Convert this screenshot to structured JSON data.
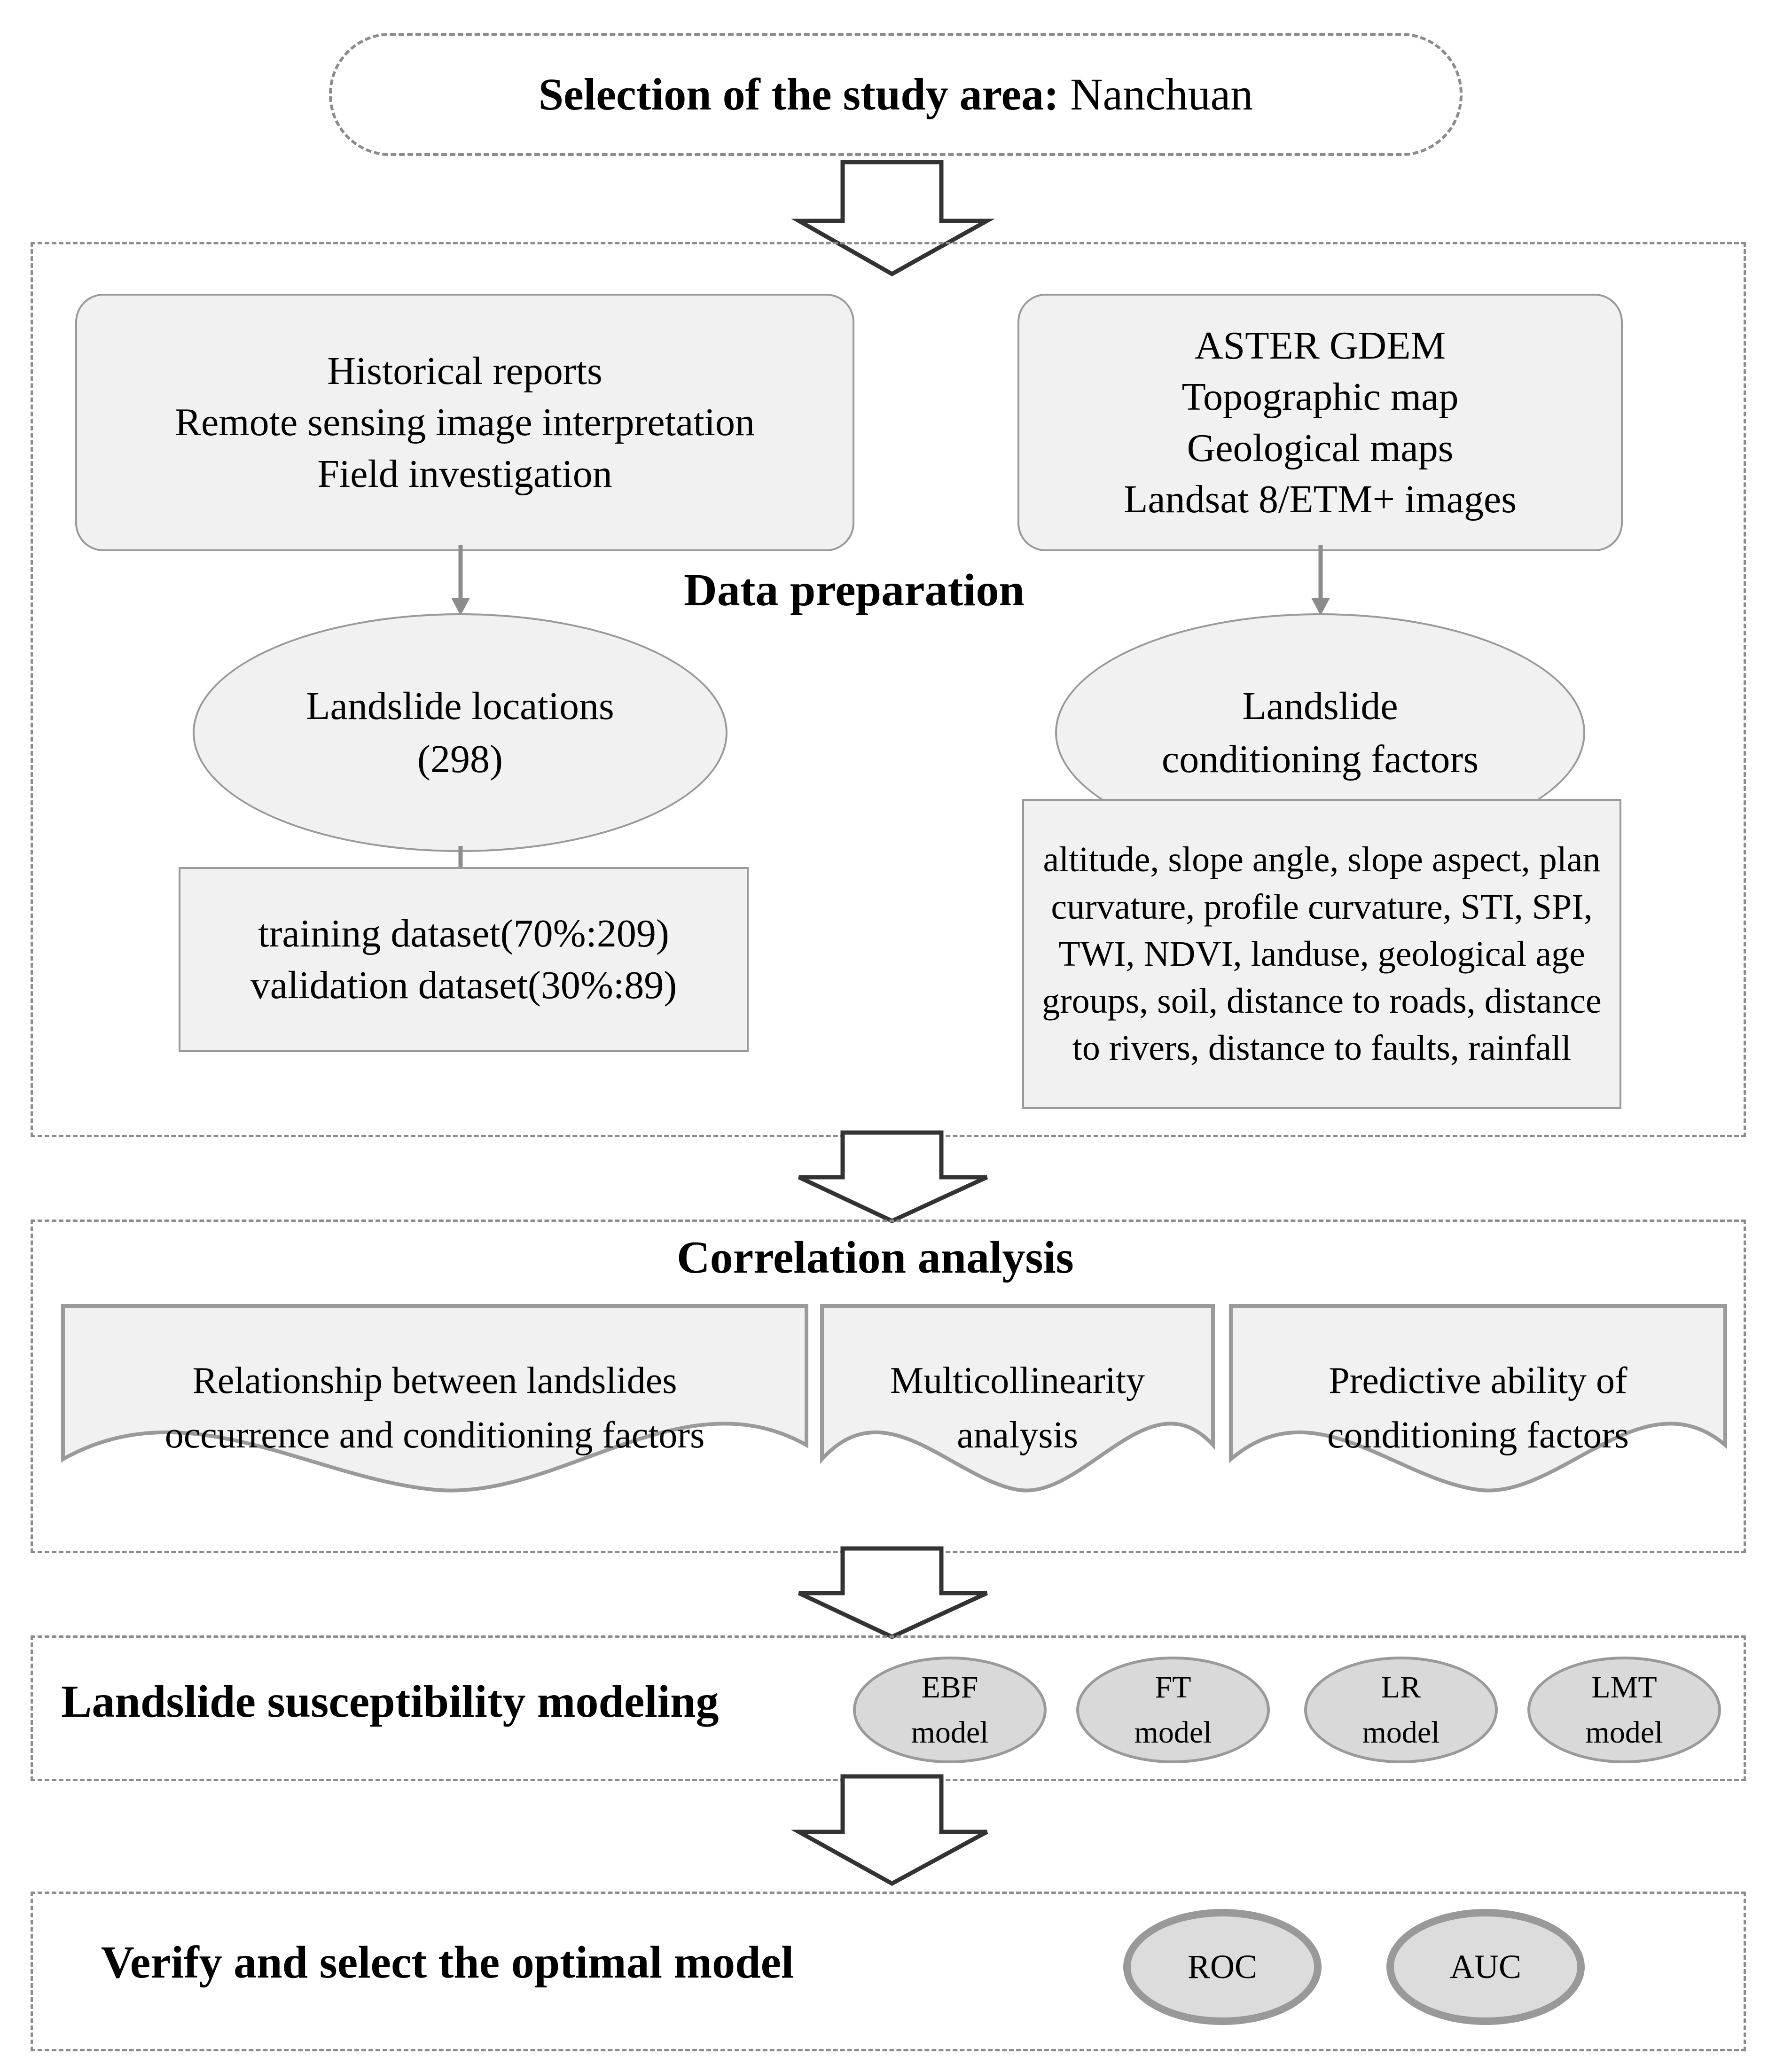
{
  "title": {
    "bold_part": "Selection of the study area:",
    "plain_part": " Nanchuan"
  },
  "sections": {
    "data_preparation": {
      "heading": "Data preparation",
      "sources_box": "Historical reports\nRemote sensing image interpretation\nField investigation",
      "datasets_box": "ASTER GDEM\nTopographic map\nGeological maps\nLandsat 8/ETM+ images",
      "landslide_locations": "Landslide locations\n(298)",
      "conditioning_factors_node": "Landslide\nconditioning factors",
      "split_box": "training dataset(70%:209)\nvalidation dataset(30%:89)",
      "factors_list": "altitude, slope angle, slope aspect, plan curvature, profile curvature, STI, SPI, TWI, NDVI, landuse, geological age groups, soil, distance to roads, distance to rivers, distance to faults, rainfall",
      "factors": [
        "altitude",
        "slope angle",
        "slope aspect",
        "plan curvature",
        "profile curvature",
        "STI",
        "SPI",
        "TWI",
        "NDVI",
        "landuse",
        "geological age groups",
        "soil",
        "distance to roads",
        "distance to rivers",
        "distance to faults",
        "rainfall"
      ]
    },
    "correlation_analysis": {
      "heading": "Correlation analysis",
      "cards": [
        "Relationship between landslides\noccurrence and conditioning factors",
        "Multicollinearity\nanalysis",
        "Predictive ability of\nconditioning factors"
      ]
    },
    "modeling": {
      "heading": "Landslide susceptibility modeling",
      "models": [
        "EBF\nmodel",
        "FT\nmodel",
        "LR\nmodel",
        "LMT\nmodel"
      ]
    },
    "validation": {
      "heading": "Verify and select the optimal model",
      "metrics": [
        "ROC",
        "AUC"
      ]
    }
  },
  "colors": {
    "box_fill": "#f1f1f1",
    "box_border": "#9a9a9a",
    "dashed_border": "#8c8c8c",
    "model_fill": "#d9d9d9",
    "arrow_stroke": "#8c8c8c",
    "block_arrow_stroke": "#333333",
    "text": "#000000"
  }
}
